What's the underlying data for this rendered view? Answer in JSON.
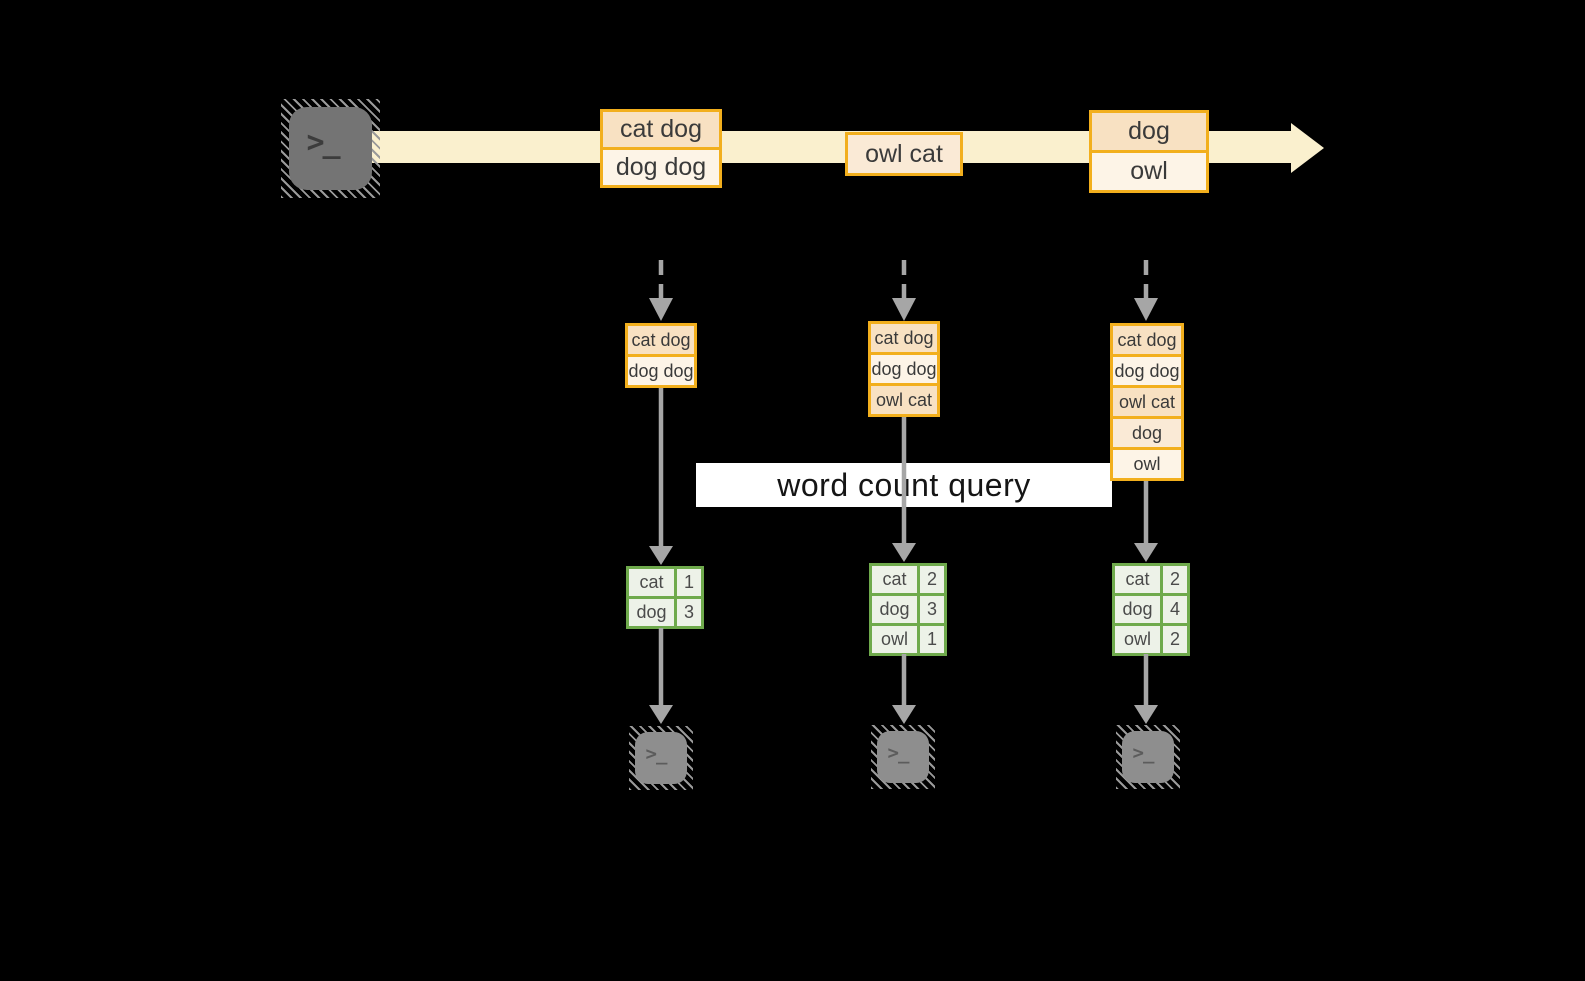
{
  "terminal_prompt": ">_",
  "query_label": "word count query",
  "stream": {
    "events": [
      {
        "rows": [
          "cat dog",
          "dog dog"
        ]
      },
      {
        "rows": [
          "owl cat"
        ]
      },
      {
        "rows": [
          "dog",
          "owl"
        ]
      }
    ]
  },
  "columns": [
    {
      "buffer": [
        "cat dog",
        "dog dog"
      ],
      "counts": [
        {
          "word": "cat",
          "count": "1"
        },
        {
          "word": "dog",
          "count": "3"
        }
      ]
    },
    {
      "buffer": [
        "cat dog",
        "dog dog",
        "owl cat"
      ],
      "counts": [
        {
          "word": "cat",
          "count": "2"
        },
        {
          "word": "dog",
          "count": "3"
        },
        {
          "word": "owl",
          "count": "1"
        }
      ]
    },
    {
      "buffer": [
        "cat dog",
        "dog dog",
        "owl cat",
        "dog",
        "owl"
      ],
      "counts": [
        {
          "word": "cat",
          "count": "2"
        },
        {
          "word": "dog",
          "count": "4"
        },
        {
          "word": "owl",
          "count": "2"
        }
      ]
    }
  ],
  "icons": {
    "source": "terminal-icon",
    "outputs": [
      "terminal-icon",
      "terminal-icon",
      "terminal-icon"
    ]
  },
  "colors": {
    "background": "#000000",
    "stream_band": "#FAF0CE",
    "box_border": "#F2AF1D",
    "box_fill_peach": "#F8E1C2",
    "box_fill_cream": "#FDF4E7",
    "table_border": "#6FAA4C",
    "table_fill": "#EDF2E8",
    "arrow_gray": "#A6A6A6",
    "terminal_gray_dark": "#747474",
    "terminal_gray_light": "#8E8E8E",
    "query_box": "#FFFFFF"
  }
}
